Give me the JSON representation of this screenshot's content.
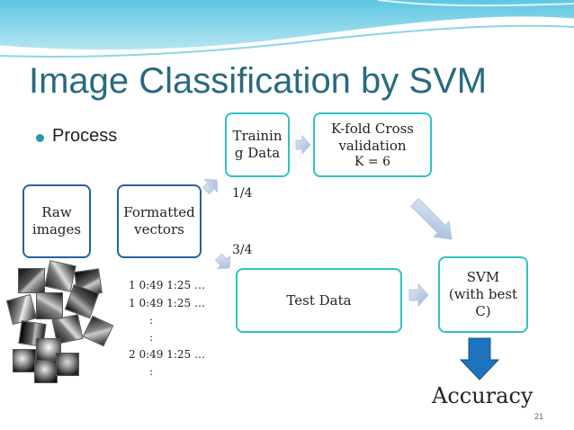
{
  "slide": {
    "title": "Image Classification by SVM",
    "bullet": "Process",
    "page_number": "21"
  },
  "boxes": {
    "raw": [
      "Raw",
      "images"
    ],
    "formatted": [
      "Formatted",
      "vectors"
    ],
    "training": [
      "Trainin",
      "g Data"
    ],
    "kfold": [
      "K-fold Cross",
      "validation",
      "K = 6"
    ],
    "test": "Test Data",
    "svm": [
      "SVM",
      "(with best",
      "C)"
    ]
  },
  "labels": {
    "quarter": "1/4",
    "three_quarter": "3/4"
  },
  "vector_lines": [
    "1 0:49 1:25 …",
    "1 0:49 1:25 …",
    ":",
    ":",
    "2 0:49 1:25 …",
    ":"
  ],
  "result": "Accuracy",
  "colors": {
    "title": "#2a6a7e",
    "box_border_dark": "#2a5fa0",
    "box_border_teal": "#2fc2c2",
    "arrow": "#4a90d9",
    "down_arrow": "#1e73be"
  }
}
